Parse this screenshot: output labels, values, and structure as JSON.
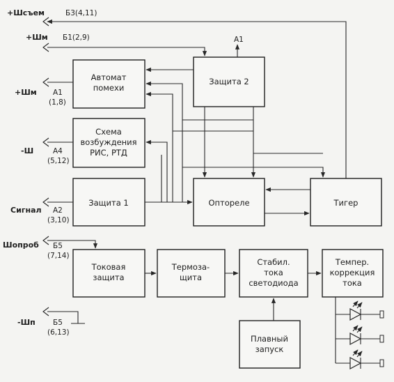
{
  "connectors": {
    "plus_sh_siem": {
      "name": "+Шсъем",
      "pins": "Б3(4,11)"
    },
    "plus_sh_m_top": {
      "name": "+Шм",
      "pins": "Б1(2,9)"
    },
    "plus_sh_m_a1": {
      "name": "+Шм",
      "ref": "А1",
      "pins": "(1,8)"
    },
    "minus_sh": {
      "name": "-Ш",
      "ref": "А4",
      "pins": "(5,12)"
    },
    "signal": {
      "name": "Сигнал",
      "ref": "А2",
      "pins": "(3,10)"
    },
    "sh_oprob": {
      "name": "Шопроб",
      "ref": "Б5",
      "pins": "(7,14)"
    },
    "minus_sh_p": {
      "name": "-Шп",
      "ref": "Б5",
      "pins": "(6,13)"
    }
  },
  "a1_output": "А1",
  "blocks": {
    "avtomat": [
      "Автомат",
      "помехи"
    ],
    "skhema": [
      "Схема",
      "возбуждения",
      "РИС, РТД"
    ],
    "zashchita1": [
      "Защита 1"
    ],
    "zashchita2": [
      "Защита 2"
    ],
    "optorele": [
      "Оптореле"
    ],
    "tiger": [
      "Тигер"
    ],
    "tokovaya": [
      "Токовая",
      "защита"
    ],
    "termozashchita": [
      "Термоза-",
      "щита"
    ],
    "stabil": [
      "Стабил.",
      "тока",
      "светодиода"
    ],
    "temper": [
      "Темпер.",
      "коррекция",
      "тока"
    ],
    "plavny": [
      "Плавный",
      "запуск"
    ]
  }
}
